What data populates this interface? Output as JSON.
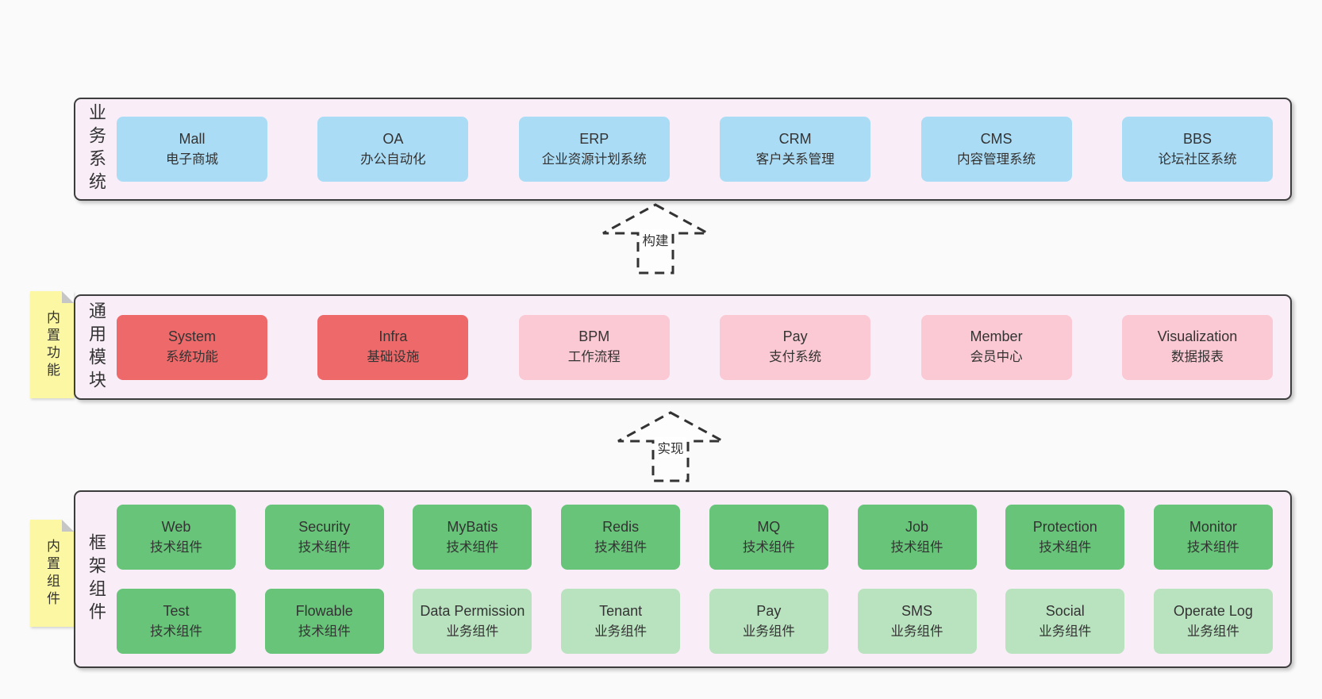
{
  "colors": {
    "page_bg": "#fafafa",
    "panel_bg": "#f9eef8",
    "panel_border": "#3d3d3d",
    "blue": "#abdcf5",
    "red": "#ee6a6a",
    "pink": "#fac9d3",
    "green_dark": "#67c478",
    "green_light": "#b9e3bf",
    "sticky_yellow": "#fbf7a3",
    "text": "#333333"
  },
  "business": {
    "label": "业务系统",
    "boxes": [
      {
        "en": "Mall",
        "zh": "电子商城"
      },
      {
        "en": "OA",
        "zh": "办公自动化"
      },
      {
        "en": "ERP",
        "zh": "企业资源计划系统"
      },
      {
        "en": "CRM",
        "zh": "客户关系管理"
      },
      {
        "en": "CMS",
        "zh": "内容管理系统"
      },
      {
        "en": "BBS",
        "zh": "论坛社区系统"
      }
    ]
  },
  "arrow_build": {
    "label": "构建"
  },
  "modules": {
    "label": "通用模块",
    "sticky": "内置功能",
    "boxes": [
      {
        "en": "System",
        "zh": "系统功能",
        "variant": "red"
      },
      {
        "en": "Infra",
        "zh": "基础设施",
        "variant": "red"
      },
      {
        "en": "BPM",
        "zh": "工作流程",
        "variant": "pink"
      },
      {
        "en": "Pay",
        "zh": "支付系统",
        "variant": "pink"
      },
      {
        "en": "Member",
        "zh": "会员中心",
        "variant": "pink"
      },
      {
        "en": "Visualization",
        "zh": "数据报表",
        "variant": "pink"
      }
    ]
  },
  "arrow_implement": {
    "label": "实现"
  },
  "framework": {
    "label": "框架组件",
    "sticky": "内置组件",
    "row1": [
      {
        "en": "Web",
        "zh": "技术组件",
        "variant": "green_dark"
      },
      {
        "en": "Security",
        "zh": "技术组件",
        "variant": "green_dark"
      },
      {
        "en": "MyBatis",
        "zh": "技术组件",
        "variant": "green_dark"
      },
      {
        "en": "Redis",
        "zh": "技术组件",
        "variant": "green_dark"
      },
      {
        "en": "MQ",
        "zh": "技术组件",
        "variant": "green_dark"
      },
      {
        "en": "Job",
        "zh": "技术组件",
        "variant": "green_dark"
      },
      {
        "en": "Protection",
        "zh": "技术组件",
        "variant": "green_dark"
      },
      {
        "en": "Monitor",
        "zh": "技术组件",
        "variant": "green_dark"
      }
    ],
    "row2": [
      {
        "en": "Test",
        "zh": "技术组件",
        "variant": "green_dark"
      },
      {
        "en": "Flowable",
        "zh": "技术组件",
        "variant": "green_dark"
      },
      {
        "en": "Data Permission",
        "zh": "业务组件",
        "variant": "green_light"
      },
      {
        "en": "Tenant",
        "zh": "业务组件",
        "variant": "green_light"
      },
      {
        "en": "Pay",
        "zh": "业务组件",
        "variant": "green_light"
      },
      {
        "en": "SMS",
        "zh": "业务组件",
        "variant": "green_light"
      },
      {
        "en": "Social",
        "zh": "业务组件",
        "variant": "green_light"
      },
      {
        "en": "Operate Log",
        "zh": "业务组件",
        "variant": "green_light"
      }
    ]
  }
}
